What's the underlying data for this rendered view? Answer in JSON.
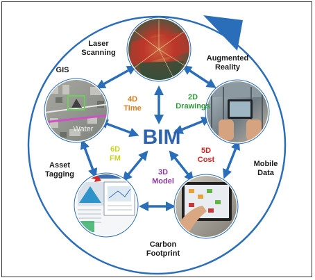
{
  "center": "BIM",
  "outer_labels": {
    "laser_scanning": [
      "Laser",
      "Scanning"
    ],
    "augmented_reality": [
      "Augmented",
      "Reality"
    ],
    "gis": [
      "GIS"
    ],
    "mobile_data": [
      "Mobile",
      "Data"
    ],
    "asset_tagging": [
      "Asset",
      "Tagging"
    ],
    "carbon_footprint": [
      "Carbon",
      "Footprint"
    ]
  },
  "dimensions": {
    "d4": {
      "num": "4D",
      "name": "Time",
      "color": "#e07b1a"
    },
    "d2": {
      "num": "2D",
      "name": "Drawings",
      "color": "#2e9a3a"
    },
    "d5": {
      "num": "5D",
      "name": "Cost",
      "color": "#e01e1e"
    },
    "d3": {
      "num": "3D",
      "name": "Model",
      "color": "#8a3a9a"
    },
    "d6": {
      "num": "6D",
      "name": "FM",
      "color": "#c8d21c"
    }
  },
  "photo_text": {
    "gis": "Water"
  },
  "colors": {
    "ring": "#2a6db8",
    "arrow": "#2a6db8",
    "bim": "#2f63b0"
  }
}
